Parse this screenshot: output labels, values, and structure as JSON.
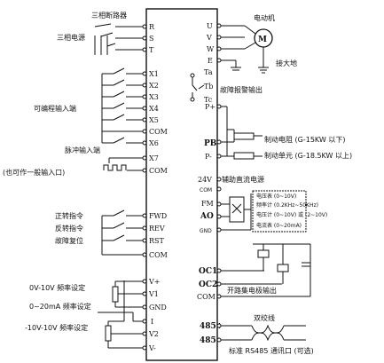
{
  "power_input": {
    "breaker_label": "三相断路器",
    "supply_label": "三相电源",
    "terminals": [
      "R",
      "S",
      "T"
    ]
  },
  "motor_output": {
    "motor_label": "电动机",
    "motor_symbol": "M",
    "ground_label": "接大地",
    "terminals": [
      "U",
      "V",
      "W",
      "E"
    ]
  },
  "fault_relay": {
    "terminals": [
      "Ta",
      "Tb",
      "Tc"
    ],
    "label": "故障报警输出"
  },
  "programmable_inputs": {
    "label": "可编程输入端",
    "terminals": [
      "X1",
      "X2",
      "X3",
      "X4",
      "X5",
      "COM",
      "X6"
    ]
  },
  "pulse_input": {
    "label": "脉冲输入端",
    "note": "(也可作一般输入口)",
    "terminals": [
      "X7",
      "COM"
    ]
  },
  "brake": {
    "terminals": [
      "P+",
      "PB",
      "P-"
    ],
    "resistor_label": "制动电阻 (G-15KW 以下)",
    "unit_label": "制动单元 (G-18.5KW 以上)"
  },
  "aux_power": {
    "terminals": [
      "24V",
      "COM"
    ],
    "label": "辅助直流电源"
  },
  "analog_output": {
    "terminals": [
      "FM",
      "AO",
      "GND"
    ],
    "lines": [
      "电压表 (0~10V)",
      "频率计 (0.2KHz~50KHz)",
      "电压计 (0~10V) 或 (2~10V)",
      "电流表 (0~20mA)"
    ]
  },
  "run_commands": {
    "labels": [
      "正转指令",
      "反转指令",
      "故障复位"
    ],
    "terminals": [
      "FWD",
      "REV",
      "RST",
      "COM"
    ]
  },
  "open_collector": {
    "terminals": [
      "OC1",
      "OC2",
      "COM"
    ],
    "label": "开路集电极输出"
  },
  "analog_inputs": {
    "labels": [
      "0V-10V 频率设定",
      "0~20mA 频率设定",
      "-10V-10V 频率设定"
    ],
    "terminals": [
      "V+",
      "V1",
      "GND",
      "I",
      "V2",
      "V-"
    ]
  },
  "rs485": {
    "terminals": [
      "485+",
      "485-"
    ],
    "twisted_label": "双绞线",
    "label": "标准 RS485 通讯口 (可选)"
  }
}
